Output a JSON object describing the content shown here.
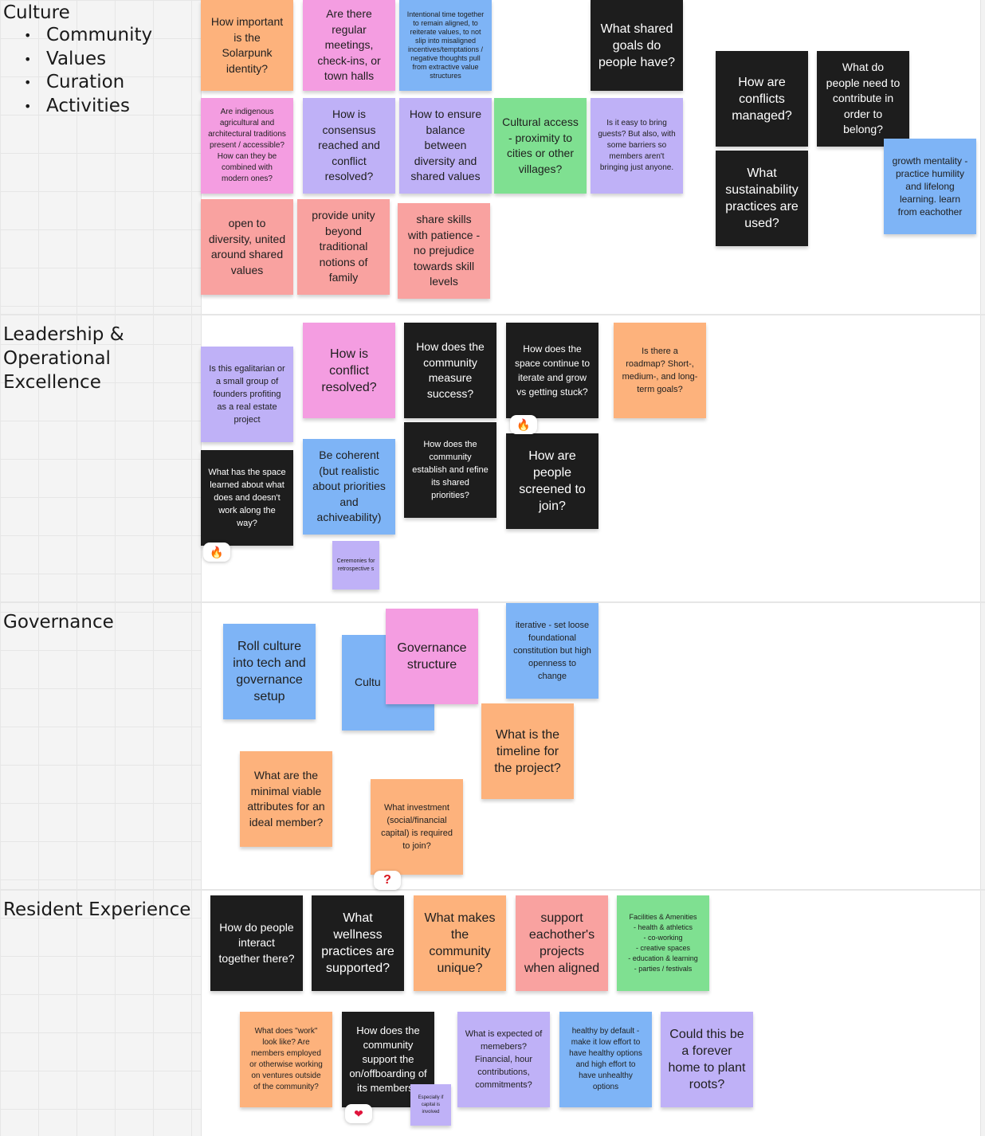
{
  "sections": {
    "culture": {
      "title": "Culture",
      "items": [
        "Community",
        "Values",
        "Curation",
        "Activities"
      ]
    },
    "leadership": {
      "title": "Leadership &\nOperational\nExcellence"
    },
    "governance": {
      "title": "Governance"
    },
    "resident": {
      "title": "Resident Experience"
    }
  },
  "notes": {
    "c1": "How important is the Solarpunk identity?",
    "c2": "Are there regular meetings, check-ins, or town halls",
    "c3": "Intentional time together to remain aligned, to reiterate values, to not slip into misaligned incentives/temptations / negative thoughts pull from extractive value structures",
    "c4": "What shared goals do people have?",
    "c5": "How are conflicts managed?",
    "c6": "What do people need to contribute in order to belong?",
    "c7": "Are indigenous agricultural and architectural traditions present / accessible? How can they be combined with modern ones?",
    "c8": "How is consensus reached and conflict resolved?",
    "c9": "How to ensure balance between diversity and shared values",
    "c10": "Cultural access - proximity to cities or other villages?",
    "c11": "Is it easy to bring guests? But also, with some barriers so members aren't bringing just anyone.",
    "c12": "What sustainability practices are used?",
    "c13": "growth mentality - practice humility and lifelong learning. learn from eachother",
    "c14": "open to diversity, united around shared values",
    "c15": "provide unity beyond traditional notions of family",
    "c16": "share skills with patience - no prejudice towards skill levels",
    "l1": "Is this egalitarian or a small group of founders profiting as a real estate project",
    "l2": "How is conflict resolved?",
    "l3": "How does the community measure success?",
    "l4": "How does the space continue to iterate and grow vs getting stuck?",
    "l5": "Is there a roadmap? Short-, medium-, and long-term goals?",
    "l6": "What has the space learned about what does and doesn't work along the way?",
    "l7": "Be coherent (but realistic about priorities and achiveability)",
    "l8": "How does the community establish and refine its shared priorities?",
    "l9": "How are people screened to join?",
    "l10": "Ceremonies for retrospective s",
    "g1": "Roll culture into tech and governance setup",
    "g2": "Cultu",
    "g3": "Governance structure",
    "g4": "iterative - set loose foundational constitution but high openness to change",
    "g5": "What is the timeline for the project?",
    "g6": "What are the minimal viable attributes for an ideal member?",
    "g7": "What investment (social/financial capital) is required to join?",
    "r1": "How do people interact together there?",
    "r2": "What wellness practices are supported?",
    "r3": "What makes the community unique?",
    "r4": "support eachother's projects when aligned",
    "r5": "Facilities & Amenities\n- health & athletics\n- co-working\n- creative spaces\n- education & learning\n- parties / festivals",
    "r6": "What does \"work\" look like? Are members employed or otherwise working on ventures outside of the community?",
    "r7": "How does the community support the on/offboarding of its members?",
    "r8": "Especially if capital is involved",
    "r9": "What is expected of memebers? Financial, hour contributions, commitments?",
    "r10": "healthy by default - make it low effort to have healthy options and high effort to have unhealthy options",
    "r11": "Could this be a forever home to plant roots?"
  },
  "reactions": {
    "fire1": "🔥",
    "fire2": "🔥",
    "question": "?",
    "heart": "❤"
  },
  "colors": {
    "orange": "#fdb27c",
    "pink": "#f49de1",
    "blue": "#7eb4f6",
    "purple": "#bfb1f7",
    "salmon": "#f9a2a0",
    "green": "#7fe091",
    "black": "#1d1d1d"
  }
}
